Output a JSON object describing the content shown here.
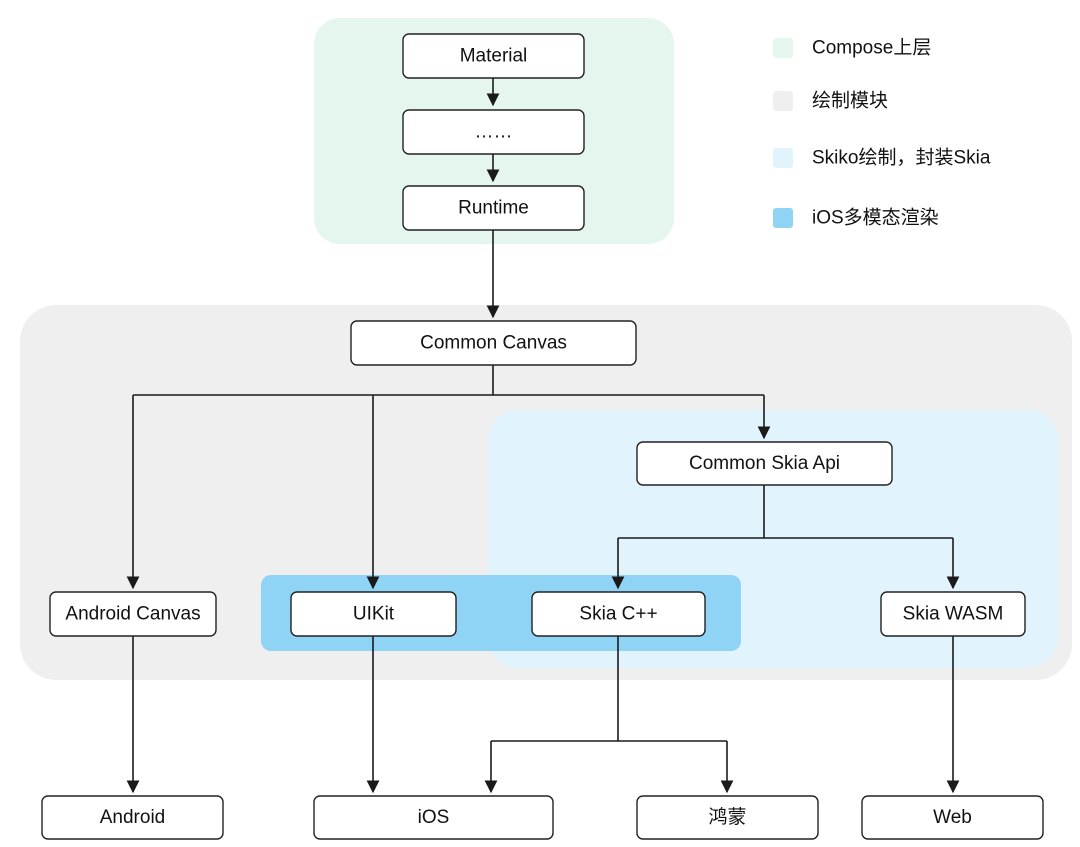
{
  "colors": {
    "compose_upper": "#e5f6ee",
    "drawing_module": "#efefef",
    "skiko": "#e1f3fc",
    "ios_multimodal": "#8fd3f5",
    "node_border": "#222222",
    "line": "#1a1a1a"
  },
  "legend": [
    {
      "id": "compose_upper",
      "label": "Compose上层"
    },
    {
      "id": "drawing_module",
      "label": "绘制模块"
    },
    {
      "id": "skiko",
      "label": "Skiko绘制，封装Skia"
    },
    {
      "id": "ios_multimodal",
      "label": "iOS多模态渲染"
    }
  ],
  "nodes": {
    "material": "Material",
    "ellipsis": "……",
    "runtime": "Runtime",
    "common_canvas": "Common Canvas",
    "common_skia_api": "Common Skia Api",
    "android_canvas": "Android Canvas",
    "uikit": "UIKit",
    "skia_cpp": "Skia C++",
    "skia_wasm": "Skia WASM",
    "android": "Android",
    "ios": "iOS",
    "harmony": "鸿蒙",
    "web": "Web"
  }
}
